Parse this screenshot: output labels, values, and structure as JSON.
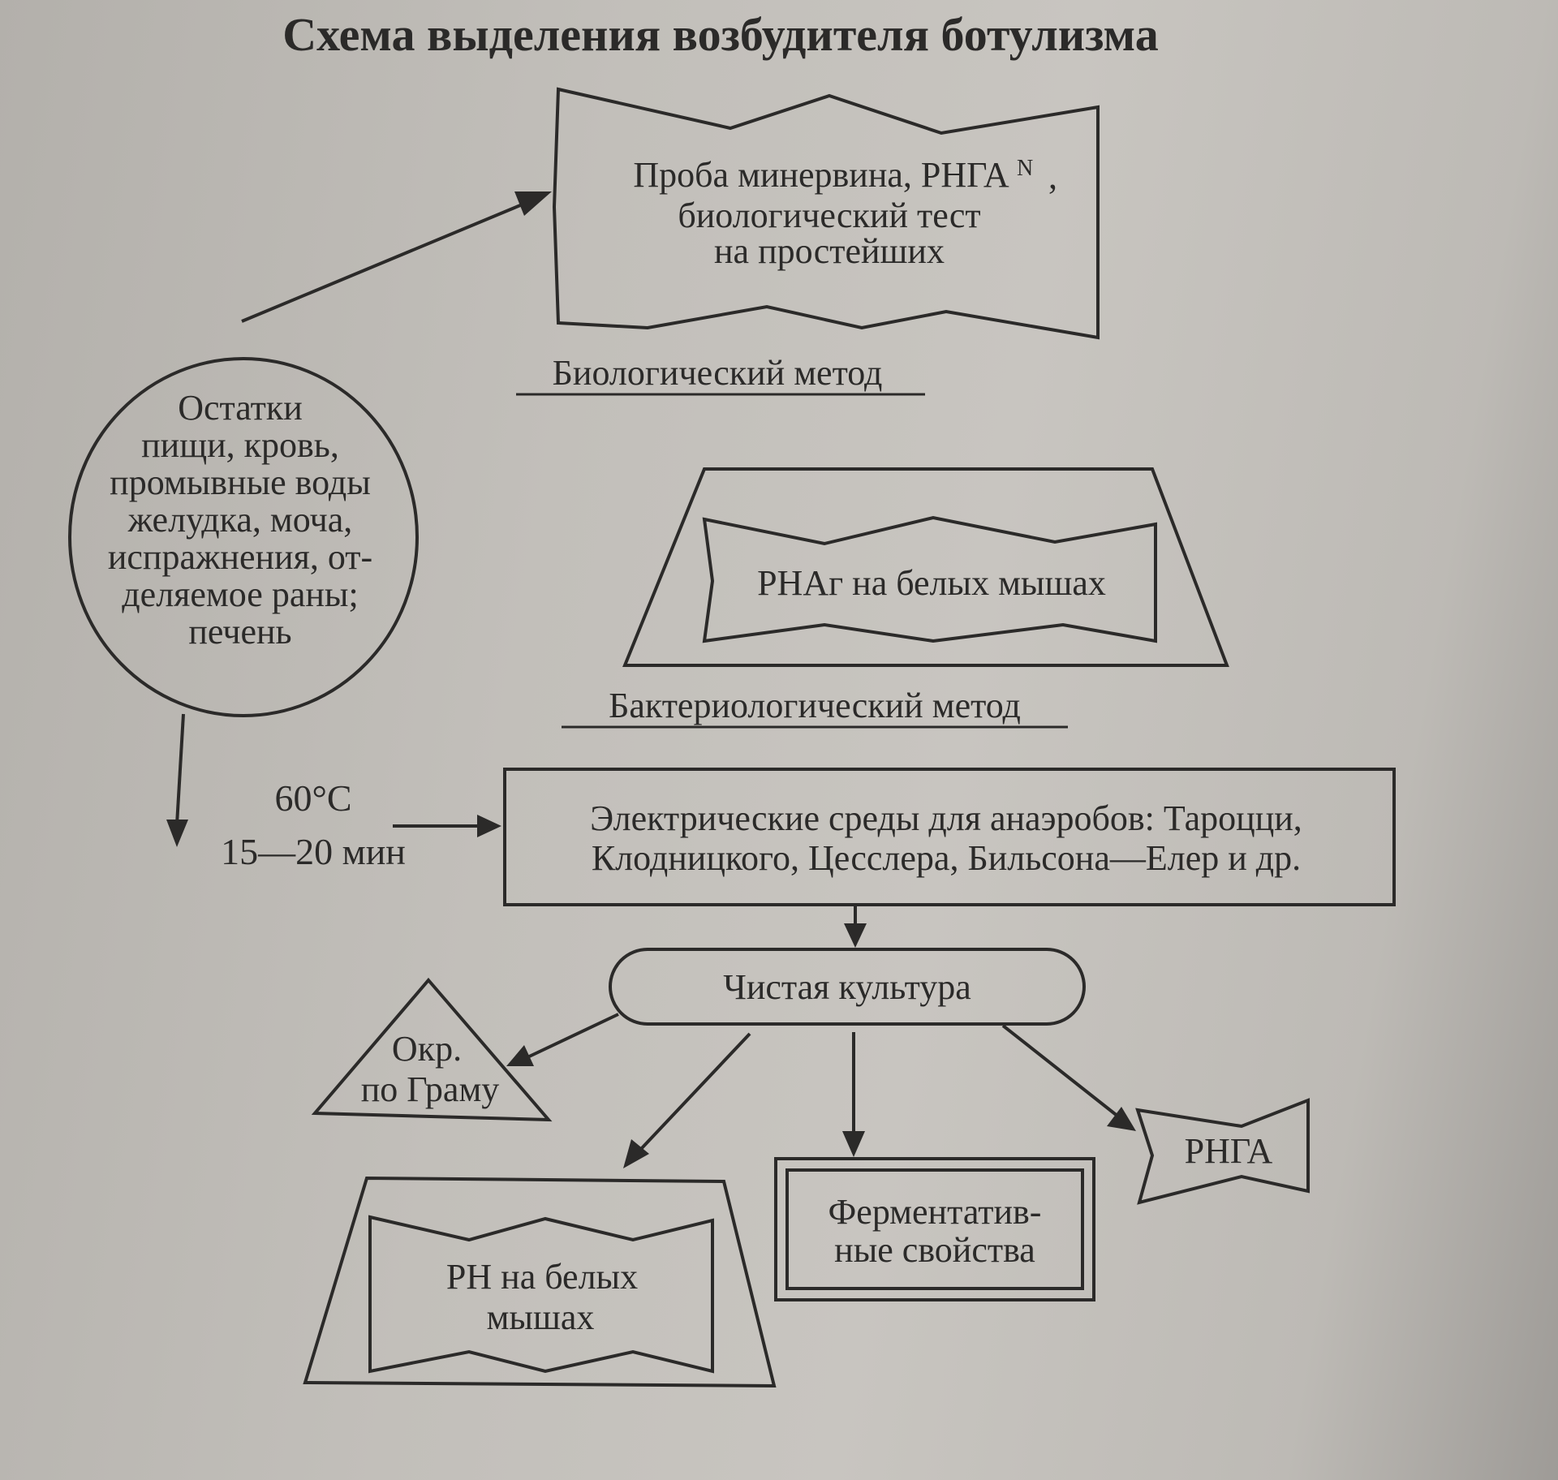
{
  "title": "Схема выделения возбудителя ботулизма",
  "nodes": {
    "specimen": [
      "Остатки",
      "пищи, кровь,",
      "промывные воды",
      "желудка, моча,",
      "испражнения, от-",
      "деляемое раны;",
      "печень"
    ],
    "bio_test": [
      "Проба минервина, РНГА",
      "биологический тест",
      "на простейших"
    ],
    "bio_test_sup": "N",
    "bio_test_comma": ",",
    "rnag_mice": "РНАг на белых мышах",
    "media": [
      "Электрические среды для анаэробов: Тароцци,",
      "Клодницкого, Цесслера, Бильсона—Елер и др."
    ],
    "pure_culture": "Чистая культура",
    "gram": [
      "Окр.",
      "по Граму"
    ],
    "rn_mice": [
      "РН на белых",
      "мышах"
    ],
    "enzymatic": [
      "Ферментатив-",
      "ные свойства"
    ],
    "rnga": "РНГА"
  },
  "labels": {
    "bio_method": "Биологический метод",
    "bact_method": "Бактериологический метод",
    "temperature": "60°С",
    "duration": "15—20 мин"
  }
}
